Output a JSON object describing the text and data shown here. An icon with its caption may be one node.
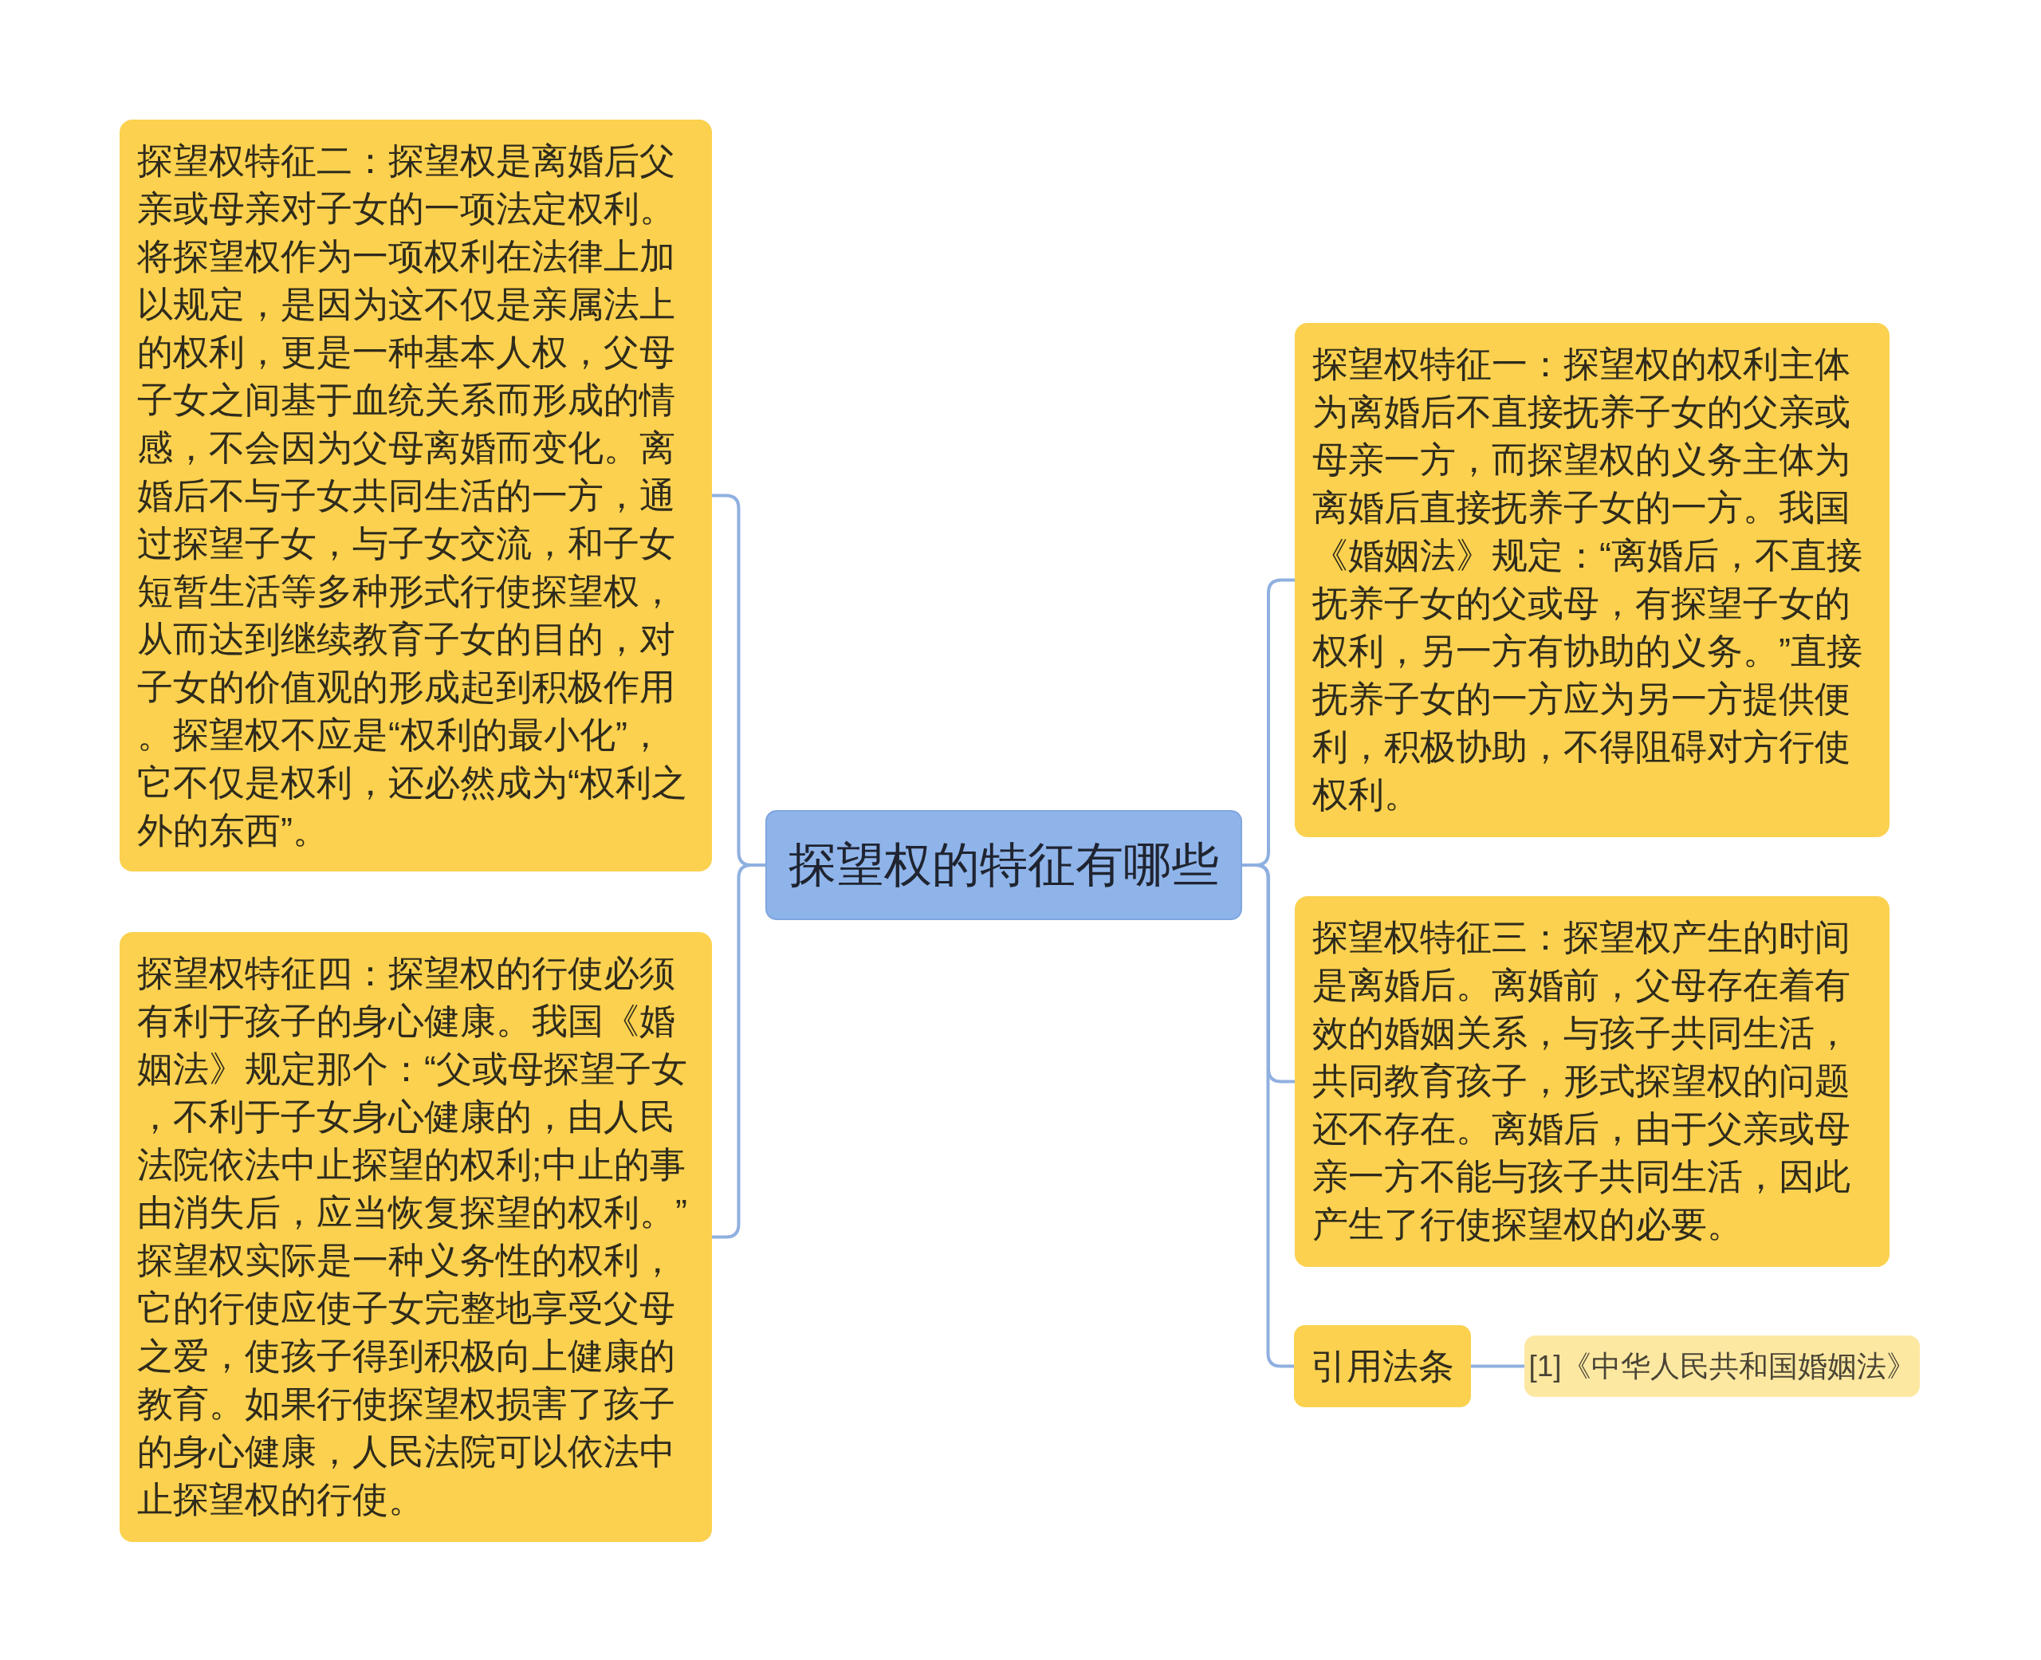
{
  "diagram": {
    "nodes": [
      {
        "text": [
          "探望权的特征有哪些"
        ]
      },
      {
        "text": [
          "探望权特征二：探望权是离婚后父亲或母亲对子女的一项法定权利。将探望权作为一项权利在法律上加以规定，是因为这不仅是亲属法上的权利，更是一种基本人权，父母子女之间基于血统关系而形成的情感，不会因为父母离婚而变化。离婚后不与子女共同生活的一方，通过探望子女，与子女交流，和子女短暂生活等多种形式行使探望权，从而达到继续教育子女的目的，对子女的价值观的形成起到积极作用。探望权不应是“权利的最小化”，它不仅是权利，还必然成为“权利之外的东西”。"
        ]
      },
      {
        "text": [
          "探望权特征四：探望权的行使必须有利于孩子的身心健康。我国《婚姻法》规定那个：“父或母探望子女，不利于子女身心健康的，由人民法院依法中止探望的权利;中止的事由消失后，应当恢复探望的权利。”探望权实际是一种义务性的权利，它的行使应使子女完整地享受父母之爱，使孩子得到积极向上健康的教育。如果行使探望权损害了孩子的身心健康，人民法院可以依法中止探望权的行使。"
        ]
      },
      {
        "text": [
          "探望权特征一：探望权的权利主体为离婚后不直接抚养子女的父亲或母亲一方，而探望权的义务主体为离婚后直接抚养子女的一方。我国《婚姻法》规定：“离婚后，不直接抚养子女的父或母，有探望子女的权利，另一方有协助的义务。”直接抚养子女的一方应为另一方提供便利，积极协助，不得阻碍对方行使权利。"
        ]
      },
      {
        "text": [
          "探望权特征三：探望权产生的时间是离婚后。离婚前，父母存在着有效的婚姻关系，与孩子共同生活，共同教育孩子，形式探望权的问题还不存在。离婚后，由于父亲或母亲一方不能与孩子共同生活，因此产生了行使探望权的必要。"
        ]
      },
      {
        "text": [
          "引用法条"
        ]
      },
      {
        "text": [
          "[1]《中华人民共和国婚姻法》"
        ]
      }
    ],
    "edges": [
      {
        "from": 0,
        "to": 1,
        "arrow": "none"
      },
      {
        "from": 0,
        "to": 2,
        "arrow": "none"
      },
      {
        "from": 0,
        "to": 3,
        "arrow": "none"
      },
      {
        "from": 0,
        "to": 4,
        "arrow": "none"
      },
      {
        "from": 0,
        "to": 5,
        "arrow": "none"
      },
      {
        "from": 5,
        "to": 6,
        "arrow": "none"
      }
    ]
  }
}
